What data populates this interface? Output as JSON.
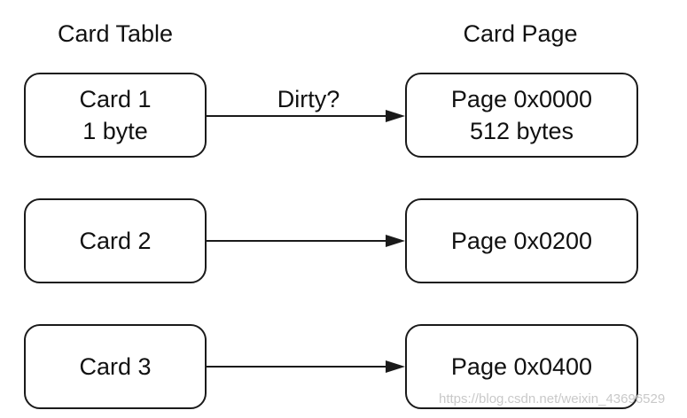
{
  "headers": {
    "left": "Card Table",
    "right": "Card Page"
  },
  "cards": [
    {
      "line1": "Card 1",
      "line2": "1 byte"
    },
    {
      "line1": "Card 2",
      "line2": ""
    },
    {
      "line1": "Card 3",
      "line2": ""
    }
  ],
  "pages": [
    {
      "line1": "Page 0x0000",
      "line2": "512 bytes"
    },
    {
      "line1": "Page 0x0200",
      "line2": ""
    },
    {
      "line1": "Page 0x0400",
      "line2": ""
    }
  ],
  "edge_label": "Dirty?",
  "watermark": "https://blog.csdn.net/weixin_43696529",
  "colors": {
    "stroke": "#1a1a1a",
    "text": "#111111",
    "background": "#ffffff",
    "watermark": "#c9c9c9"
  }
}
